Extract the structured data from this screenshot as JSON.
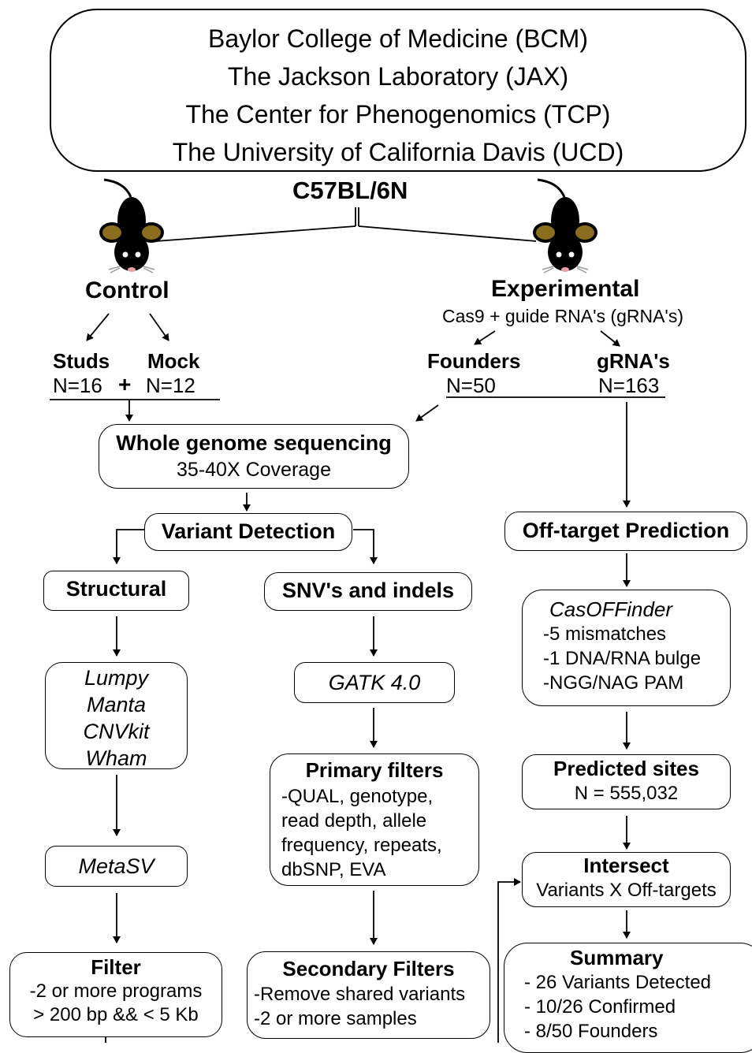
{
  "institutions": [
    "Baylor College of Medicine (BCM)",
    "The Jackson Laboratory (JAX)",
    "The Center for Phenogenomics (TCP)",
    "The University of California Davis (UCD)"
  ],
  "strain": "C57BL/6N",
  "control": {
    "title": "Control",
    "studs_label": "Studs",
    "studs_n": "N=16",
    "plus": "+",
    "mock_label": "Mock",
    "mock_n": "N=12"
  },
  "experimental": {
    "title": "Experimental",
    "subtitle": "Cas9 + guide RNA's (gRNA's)",
    "founders_label": "Founders",
    "founders_n": "N=50",
    "grna_label": "gRNA's",
    "grna_n": "N=163"
  },
  "wgs": {
    "title": "Whole genome sequencing",
    "coverage": "35-40X Coverage"
  },
  "variant_detection": "Variant Detection",
  "structural": {
    "title": "Structural",
    "tools": [
      "Lumpy",
      "Manta",
      "CNVkit",
      "Wham"
    ],
    "meta": "MetaSV",
    "filter_title": "Filter",
    "filter_lines": [
      "-2 or more programs",
      "> 200 bp && < 5 Kb"
    ]
  },
  "snv": {
    "title": "SNV's and indels",
    "tool": "GATK 4.0",
    "primary_title": "Primary filters",
    "primary_lines": [
      "-QUAL, genotype,",
      "read depth, allele",
      "frequency, repeats,",
      "dbSNP, EVA"
    ],
    "secondary_title": "Secondary Filters",
    "secondary_lines": [
      "-Remove shared variants",
      "-2 or more samples"
    ]
  },
  "offtarget": {
    "title": "Off-target Prediction",
    "casoff_title": "CasOFFinder",
    "casoff_lines": [
      "-5 mismatches",
      "-1 DNA/RNA bulge",
      "-NGG/NAG PAM"
    ],
    "predicted_title": "Predicted sites",
    "predicted_n": "N = 555,032",
    "intersect_title": "Intersect",
    "intersect_line": "Variants X Off-targets",
    "summary_title": "Summary",
    "summary_lines": [
      "- 26 Variants Detected",
      "- 10/26 Confirmed",
      "- 8/50 Founders"
    ]
  }
}
